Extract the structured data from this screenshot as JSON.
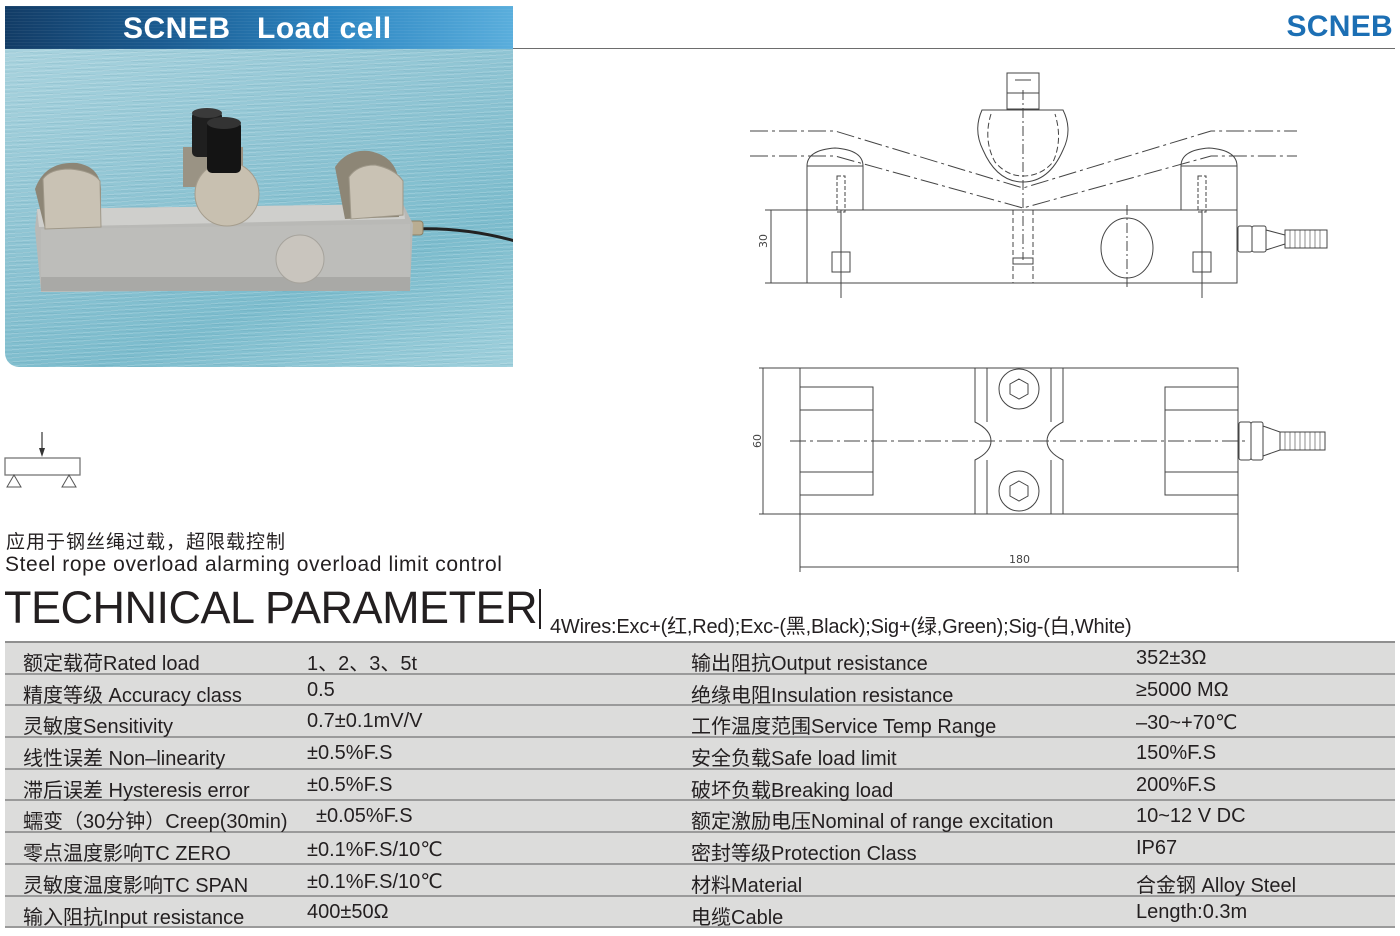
{
  "header": {
    "title": "SCNEB   Load cell",
    "brand": "SCNEB",
    "banner_color_start": "#123c66",
    "banner_color_end": "#5aaedc",
    "brand_color": "#1c6fb4"
  },
  "product_image": {
    "alt": "SCNEB steel rope load cell photo"
  },
  "drawings": {
    "side_view": {
      "dimension_height": "30"
    },
    "top_view": {
      "dimension_height": "60",
      "dimension_length": "180"
    }
  },
  "application": {
    "zh": "应用于钢丝绳过载，超限载控制",
    "en": "Steel rope overload alarming overload limit control"
  },
  "technical": {
    "heading": "TECHNICAL PARAMETER",
    "wires": "4Wires:Exc+(红,Red);Exc-(黑,Black);Sig+(绿,Green);Sig-(白,White)"
  },
  "params": [
    {
      "label_left": "额定载荷Rated load",
      "value_left": "1、2、3、5t",
      "label_right": "输出阻抗Output resistance",
      "value_right": "352±3Ω"
    },
    {
      "label_left": "精度等级 Accuracy class",
      "value_left": "0.5",
      "label_right": "绝缘电阻Insulation resistance",
      "value_right": "≥5000 MΩ"
    },
    {
      "label_left": "灵敏度Sensitivity",
      "value_left": "0.7±0.1mV/V",
      "label_right": "工作温度范围Service Temp Range",
      "value_right": "–30~+70℃"
    },
    {
      "label_left": "线性误差 Non–linearity",
      "value_left": "±0.5%F.S",
      "label_right": "安全负载Safe load limit",
      "value_right": "150%F.S"
    },
    {
      "label_left": "滞后误差 Hysteresis error",
      "value_left": "±0.5%F.S",
      "label_right": "破坏负载Breaking load",
      "value_right": "200%F.S"
    },
    {
      "label_left": "蠕变（30分钟）Creep(30min)",
      "value_left": "±0.05%F.S",
      "label_right": "额定激励电压Nominal of range excitation",
      "value_right": "10~12 V DC"
    },
    {
      "label_left": "零点温度影响TC ZERO",
      "value_left": "±0.1%F.S/10℃",
      "label_right": "密封等级Protection Class",
      "value_right": "IP67"
    },
    {
      "label_left": "灵敏度温度影响TC SPAN",
      "value_left": "±0.1%F.S/10℃",
      "label_right": "材料Material",
      "value_right": "合金钢 Alloy Steel"
    },
    {
      "label_left": "输入阻抗Input resistance",
      "value_left": "400±50Ω",
      "label_right": "电缆Cable",
      "value_right": "Length:0.3m"
    }
  ]
}
